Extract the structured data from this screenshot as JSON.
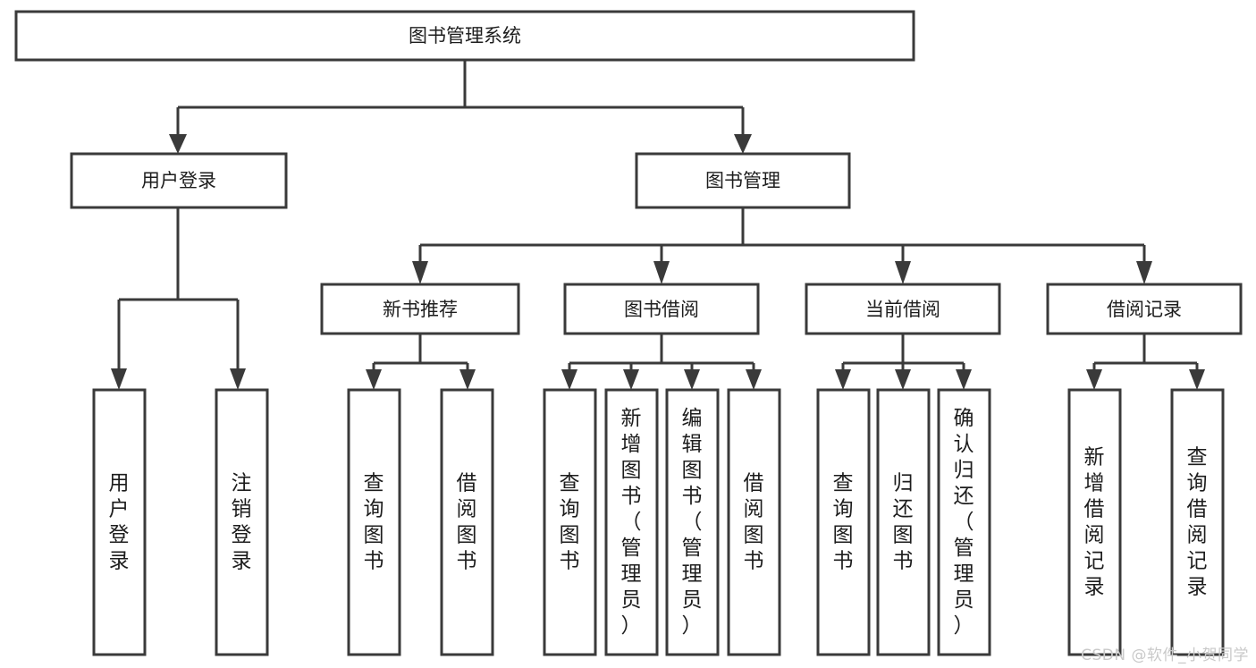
{
  "diagram": {
    "title": "图书管理系统",
    "type": "tree-hierarchy",
    "watermark": "CSDN @软件_小贺同学",
    "nodes": {
      "root": {
        "label": "图书管理系统",
        "level": 0
      },
      "user_login": {
        "label": "用户登录",
        "level": 1
      },
      "book_manage": {
        "label": "图书管理",
        "level": 1
      },
      "new_book_rec": {
        "label": "新书推荐",
        "level": 2
      },
      "book_borrow": {
        "label": "图书借阅",
        "level": 2
      },
      "current_borrow": {
        "label": "当前借阅",
        "level": 2
      },
      "borrow_record": {
        "label": "借阅记录",
        "level": 2
      },
      "leaf_user_login": {
        "label": "用户登录",
        "level": 3
      },
      "leaf_logout": {
        "label": "注销登录",
        "level": 3
      },
      "leaf_query_book_1": {
        "label": "查询图书",
        "level": 3
      },
      "leaf_borrow_book_1": {
        "label": "借阅图书",
        "level": 3
      },
      "leaf_query_book_2": {
        "label": "查询图书",
        "level": 3
      },
      "leaf_add_book": {
        "label": "新增图书（管理员）",
        "level": 3
      },
      "leaf_edit_book": {
        "label": "编辑图书（管理员）",
        "level": 3
      },
      "leaf_borrow_book_2": {
        "label": "借阅图书",
        "level": 3
      },
      "leaf_query_book_3": {
        "label": "查询图书",
        "level": 3
      },
      "leaf_return_book": {
        "label": "归还图书",
        "level": 3
      },
      "leaf_confirm_return": {
        "label": "确认归还（管理员）",
        "level": 3
      },
      "leaf_add_record": {
        "label": "新增借阅记录",
        "level": 3
      },
      "leaf_query_record": {
        "label": "查询借阅记录",
        "level": 3
      }
    },
    "edges": [
      {
        "from": "root",
        "to": "user_login"
      },
      {
        "from": "root",
        "to": "book_manage"
      },
      {
        "from": "user_login",
        "to": "leaf_user_login"
      },
      {
        "from": "user_login",
        "to": "leaf_logout"
      },
      {
        "from": "book_manage",
        "to": "new_book_rec"
      },
      {
        "from": "book_manage",
        "to": "book_borrow"
      },
      {
        "from": "book_manage",
        "to": "current_borrow"
      },
      {
        "from": "book_manage",
        "to": "borrow_record"
      },
      {
        "from": "new_book_rec",
        "to": "leaf_query_book_1"
      },
      {
        "from": "new_book_rec",
        "to": "leaf_borrow_book_1"
      },
      {
        "from": "book_borrow",
        "to": "leaf_query_book_2"
      },
      {
        "from": "book_borrow",
        "to": "leaf_add_book"
      },
      {
        "from": "book_borrow",
        "to": "leaf_edit_book"
      },
      {
        "from": "book_borrow",
        "to": "leaf_borrow_book_2"
      },
      {
        "from": "current_borrow",
        "to": "leaf_query_book_3"
      },
      {
        "from": "current_borrow",
        "to": "leaf_return_book"
      },
      {
        "from": "current_borrow",
        "to": "leaf_confirm_return"
      },
      {
        "from": "borrow_record",
        "to": "leaf_add_record"
      },
      {
        "from": "borrow_record",
        "to": "leaf_query_record"
      }
    ],
    "colors": {
      "box_fill": "#ffffff",
      "box_stroke": "#3a3a3a",
      "text": "#1d1d1d",
      "background": "#ffffff",
      "watermark": "#c9c9c9"
    }
  }
}
